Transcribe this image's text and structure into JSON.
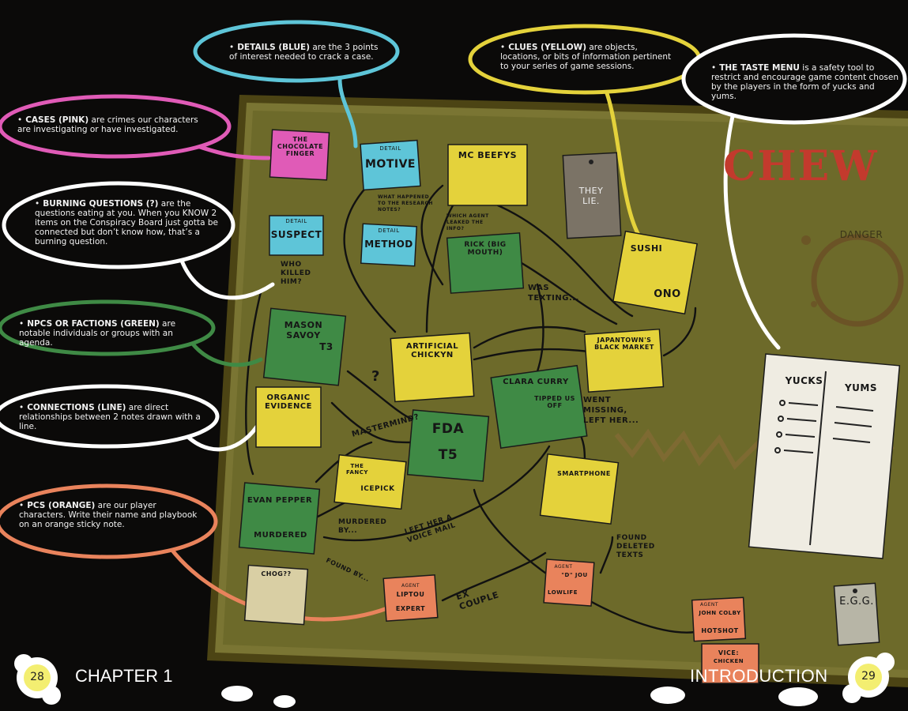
{
  "legend": {
    "details": {
      "term": "DETAILS (BLUE)",
      "text": " are the 3 points of interest needed to crack a case."
    },
    "clues": {
      "term": "CLUES (YELLOW)",
      "text": " are objects, locations, or bits of information pertinent to your series of game sessions."
    },
    "taste": {
      "term": "THE TASTE MENU",
      "text": " is a safety tool to restrict and encourage game content chosen by the players in the form of yucks and yums."
    },
    "cases": {
      "term": "CASES (PINK)",
      "text": " are crimes our characters are investigating or have investigated."
    },
    "burning": {
      "term": "BURNING QUESTIONS (?)",
      "text": " are the questions eating at you. When you KNOW 2 items on the Conspiracy Board just gotta be connected but don’t know how, that’s a burning question."
    },
    "npcs": {
      "term": "NPCS OR FACTIONS (GREEN)",
      "text": " are notable individuals or groups with an agenda."
    },
    "connections": {
      "term": "CONNECTIONS (LINE)",
      "text": " are direct relationships between 2 notes drawn with a line."
    },
    "pcs": {
      "term": "PCS (ORANGE)",
      "text": " are our player characters. Write their name and playbook on an orange sticky note."
    }
  },
  "notes": {
    "chocolate_finger": "THE CHOCOLATE FINGER",
    "motive_small": "DETAIL",
    "motive": "MOTIVE",
    "mc_beefys": "MC BEEFYS",
    "they_lie": "THEY LIE.",
    "suspect_small": "DETAIL",
    "suspect": "SUSPECT",
    "method_small": "DETAIL",
    "method": "METHOD",
    "rick": "RICK (BIG MOUTH)",
    "sushi": "SUSHI",
    "ono": "ONO",
    "mason": "MASON SAVOY",
    "mason_tier": "T3",
    "chickyn": "ARTIFICIAL CHICKYN",
    "japantown": "JAPANTOWN'S BLACK MARKET",
    "clara": "CLARA CURRY",
    "clara_sub": "TIPPED US OFF",
    "organic": "ORGANIC EVIDENCE",
    "fda": "FDA",
    "fda_tier": "T5",
    "fancy": "THE FANCY",
    "icepick": "ICEPICK",
    "smartphone": "SMARTPHONE",
    "evan": "EVAN PEPPER",
    "murdered": "MURDERED",
    "chog": "CHOG??",
    "liptou_agent": "AGENT",
    "liptou": "LIPTOU",
    "liptou_role": "EXPERT",
    "d_jou_agent": "AGENT",
    "d_jou": "\"D\" JOU",
    "lowlife": "LOWLIFE",
    "colby_agent": "AGENT",
    "colby": "JOHN COLBY",
    "hotshot": "HOTSHOT",
    "vice": "VICE:",
    "vice_item": "CHICKEN",
    "egg": "E.G.G.",
    "chew": "CHEW",
    "danger": "DANGER",
    "yucks": "YUCKS",
    "yums": "YUMS"
  },
  "annotations": {
    "what_happened": "WHAT HAPPENED TO THE RESEARCH NOTES?",
    "which_agent": "WHICH AGENT LEAKED THE INFO?",
    "who_killed": "WHO KILLED HIM?",
    "was_texting": "WAS TEXTING...",
    "question_mark": "?",
    "mastermind": "MASTERMIND?",
    "went_missing": "WENT MISSING, LEFT HER...",
    "murdered_by": "MURDERED BY...",
    "left_voicemail": "LEFT HER A VOICE MAIL",
    "found_deleted": "FOUND DELETED TEXTS",
    "found_by": "FOUND BY...",
    "ex_couple": "EX COUPLE"
  },
  "footer": {
    "left_page": "28",
    "left_title": "CHAPTER 1",
    "right_title": "INTRODUCTION",
    "right_page": "29"
  },
  "colors": {
    "board": "#6f6a2c",
    "pink": "#e05bb7",
    "blue": "#5ec5d8",
    "yellow": "#e4d23b",
    "green": "#3f8a45",
    "orange": "#e9835c",
    "white_bubble": "#ffffff"
  }
}
